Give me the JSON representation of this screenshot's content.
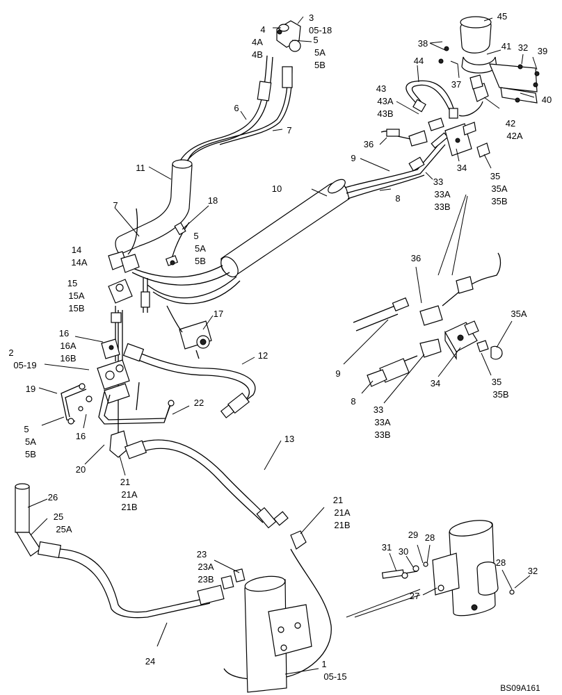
{
  "figure_code": "BS09A161",
  "callouts": [
    {
      "id": "c-3",
      "lines": [
        "3",
        "05-18"
      ]
    },
    {
      "id": "c-4",
      "lines": [
        "4",
        "4A",
        "4B"
      ]
    },
    {
      "id": "c-5-top",
      "lines": [
        "5",
        "5A",
        "5B"
      ]
    },
    {
      "id": "c-6",
      "lines": [
        "6"
      ]
    },
    {
      "id": "c-7-top",
      "lines": [
        "7"
      ]
    },
    {
      "id": "c-11",
      "lines": [
        "11"
      ]
    },
    {
      "id": "c-7-mid",
      "lines": [
        "7"
      ]
    },
    {
      "id": "c-18",
      "lines": [
        "18"
      ]
    },
    {
      "id": "c-5-mid",
      "lines": [
        "5",
        "5A",
        "5B"
      ]
    },
    {
      "id": "c-14",
      "lines": [
        "14",
        "14A"
      ]
    },
    {
      "id": "c-15",
      "lines": [
        "15",
        "15A",
        "15B"
      ]
    },
    {
      "id": "c-10",
      "lines": [
        "10"
      ]
    },
    {
      "id": "c-8-top",
      "lines": [
        "8"
      ]
    },
    {
      "id": "c-9-top",
      "lines": [
        "9"
      ]
    },
    {
      "id": "c-45",
      "lines": [
        "45"
      ]
    },
    {
      "id": "c-38",
      "lines": [
        "38"
      ]
    },
    {
      "id": "c-41",
      "lines": [
        "41"
      ]
    },
    {
      "id": "c-32-top",
      "lines": [
        "32"
      ]
    },
    {
      "id": "c-39",
      "lines": [
        "39"
      ]
    },
    {
      "id": "c-44",
      "lines": [
        "44"
      ]
    },
    {
      "id": "c-37",
      "lines": [
        "37"
      ]
    },
    {
      "id": "c-40",
      "lines": [
        "40"
      ]
    },
    {
      "id": "c-43",
      "lines": [
        "43",
        "43A",
        "43B"
      ]
    },
    {
      "id": "c-42",
      "lines": [
        "42",
        "42A"
      ]
    },
    {
      "id": "c-36-top",
      "lines": [
        "36"
      ]
    },
    {
      "id": "c-34-top",
      "lines": [
        "34"
      ]
    },
    {
      "id": "c-35-top",
      "lines": [
        "35",
        "35A",
        "35B"
      ]
    },
    {
      "id": "c-33-top",
      "lines": [
        "33",
        "33A",
        "33B"
      ]
    },
    {
      "id": "c-17",
      "lines": [
        "17"
      ]
    },
    {
      "id": "c-16-top",
      "lines": [
        "16",
        "16A",
        "16B"
      ]
    },
    {
      "id": "c-2",
      "lines": [
        "2",
        "05-19"
      ]
    },
    {
      "id": "c-12",
      "lines": [
        "12"
      ]
    },
    {
      "id": "c-19",
      "lines": [
        "19"
      ]
    },
    {
      "id": "c-5-low",
      "lines": [
        "5",
        "5A",
        "5B"
      ]
    },
    {
      "id": "c-16-low",
      "lines": [
        "16"
      ]
    },
    {
      "id": "c-22",
      "lines": [
        "22"
      ]
    },
    {
      "id": "c-20",
      "lines": [
        "20"
      ]
    },
    {
      "id": "c-21-left",
      "lines": [
        "21",
        "21A",
        "21B"
      ]
    },
    {
      "id": "c-13",
      "lines": [
        "13"
      ]
    },
    {
      "id": "c-21-right",
      "lines": [
        "21",
        "21A",
        "21B"
      ]
    },
    {
      "id": "c-36-det",
      "lines": [
        "36"
      ]
    },
    {
      "id": "c-35A-det",
      "lines": [
        "35A"
      ]
    },
    {
      "id": "c-9-det",
      "lines": [
        "9"
      ]
    },
    {
      "id": "c-35-det",
      "lines": [
        "35",
        "35B"
      ]
    },
    {
      "id": "c-34-det",
      "lines": [
        "34"
      ]
    },
    {
      "id": "c-8-det",
      "lines": [
        "8"
      ]
    },
    {
      "id": "c-33-det",
      "lines": [
        "33",
        "33A",
        "33B"
      ]
    },
    {
      "id": "c-26",
      "lines": [
        "26"
      ]
    },
    {
      "id": "c-25",
      "lines": [
        "25",
        "25A"
      ]
    },
    {
      "id": "c-23",
      "lines": [
        "23",
        "23A",
        "23B"
      ]
    },
    {
      "id": "c-24",
      "lines": [
        "24"
      ]
    },
    {
      "id": "c-1",
      "lines": [
        "1",
        "05-15"
      ]
    },
    {
      "id": "c-31",
      "lines": [
        "31"
      ]
    },
    {
      "id": "c-30",
      "lines": [
        "30"
      ]
    },
    {
      "id": "c-29",
      "lines": [
        "29"
      ]
    },
    {
      "id": "c-28-a",
      "lines": [
        "28"
      ]
    },
    {
      "id": "c-28-b",
      "lines": [
        "28"
      ]
    },
    {
      "id": "c-32-low",
      "lines": [
        "32"
      ]
    },
    {
      "id": "c-27",
      "lines": [
        "27"
      ]
    }
  ]
}
